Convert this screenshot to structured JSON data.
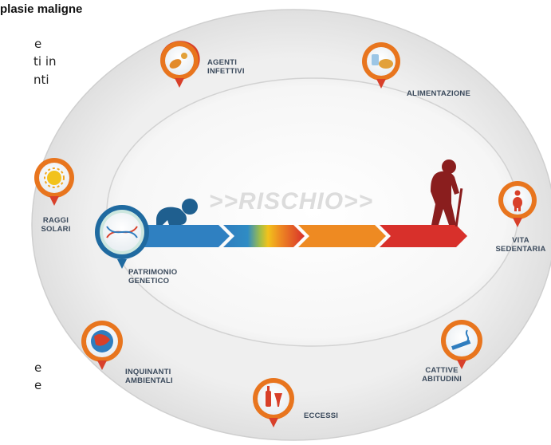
{
  "text_fragments": {
    "title": "plasie maligne",
    "line1": "e",
    "line2": "ti in",
    "line3": "nti",
    "line4": "e",
    "line5": "e"
  },
  "diagram": {
    "center_label": ">>RISCHIO>>",
    "factors": {
      "agenti_infettivi": "AGENTI\nINFETTIVI",
      "alimentazione": "ALIMENTAZIONE",
      "raggi_solari": "RAGGI\nSOLARI",
      "vita_sedentaria": "VITA\nSEDENTARIA",
      "patrimonio_genetico": "PATRIMONIO\nGENETICO",
      "inquinanti_ambientali": "INQUINANTI\nAMBIENTALI",
      "cattive_abitudini": "CATTIVE\nABITUDINI",
      "eccessi": "ECCESSI"
    },
    "icons": {
      "agenti_infettivi": "virus-bacteria-icon",
      "alimentazione": "food-icon",
      "raggi_solari": "sun-icon",
      "vita_sedentaria": "overweight-person-icon",
      "patrimonio_genetico": "dna-icon",
      "inquinanti_ambientali": "polluted-earth-icon",
      "cattive_abitudini": "cigarette-icon",
      "eccessi": "bottle-glass-icon"
    },
    "colors": {
      "outer_ring": "#e6e6e6",
      "marker_orange": "#e8751e",
      "marker_red": "#d8402a",
      "label_text": "#3b4a5c",
      "arrow_blue": "#2f7dbf",
      "arrow_yellow": "#f2c21c",
      "arrow_orange": "#ee8a22",
      "arrow_red": "#d8302b"
    }
  }
}
